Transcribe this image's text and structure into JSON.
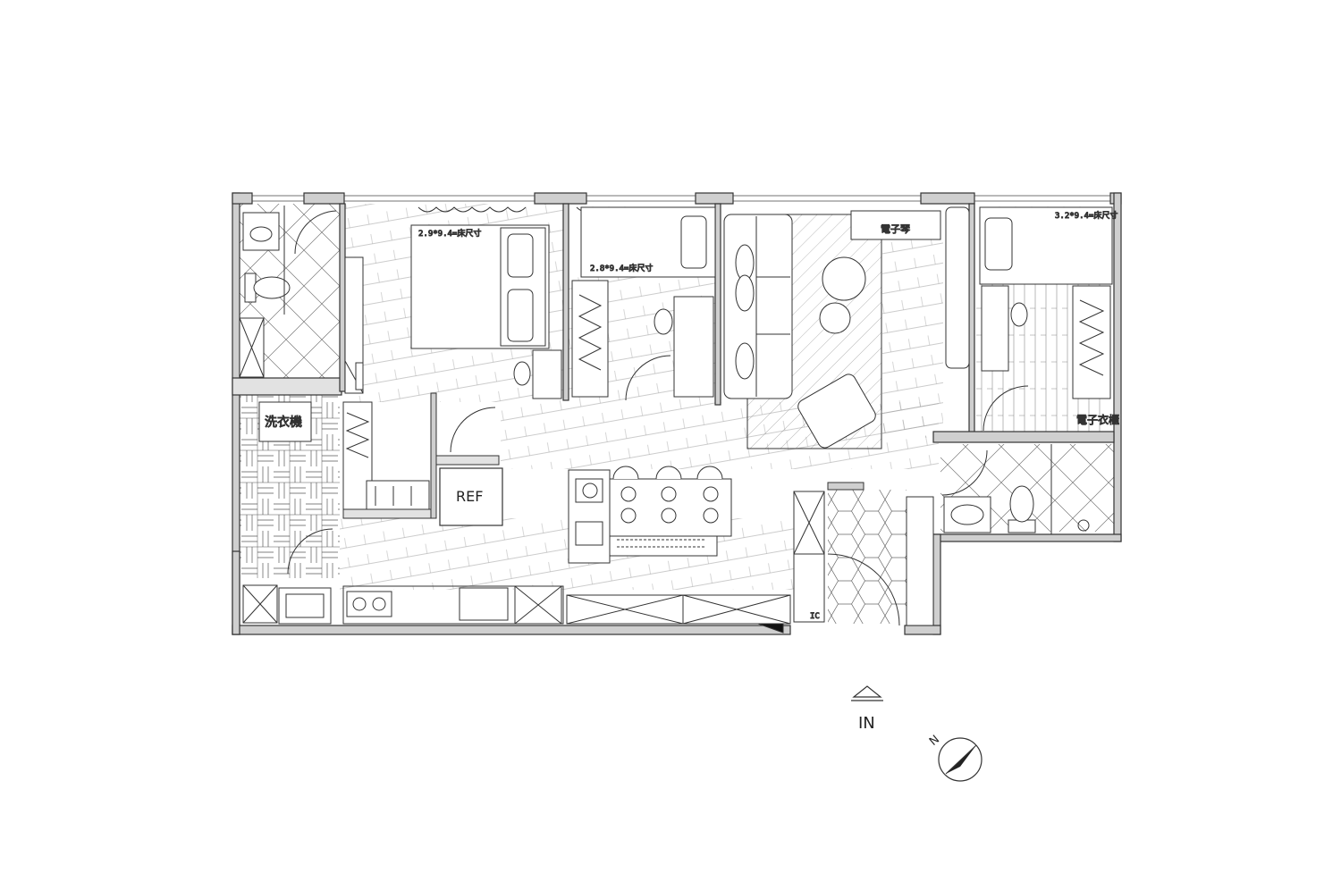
{
  "labels": {
    "washer": "洗衣機",
    "refrigerator": "REF",
    "e_piano": "電子琴",
    "e_wardrobe": "電子衣櫃",
    "entrance": "IN",
    "bed_master": "2.9*9.4=床尺寸",
    "bed_second": "2.8*9.4=床尺寸",
    "bed_third": "3.2*9.4=床尺寸",
    "north": "N",
    "ic": "IC"
  },
  "colors": {
    "line": "#222222",
    "wall": "#cfcfcf",
    "wall_stroke": "#333333",
    "background": "#ffffff"
  },
  "icons": {
    "entrance_arrow": "up-arrow-icon",
    "compass": "north-compass-icon"
  }
}
